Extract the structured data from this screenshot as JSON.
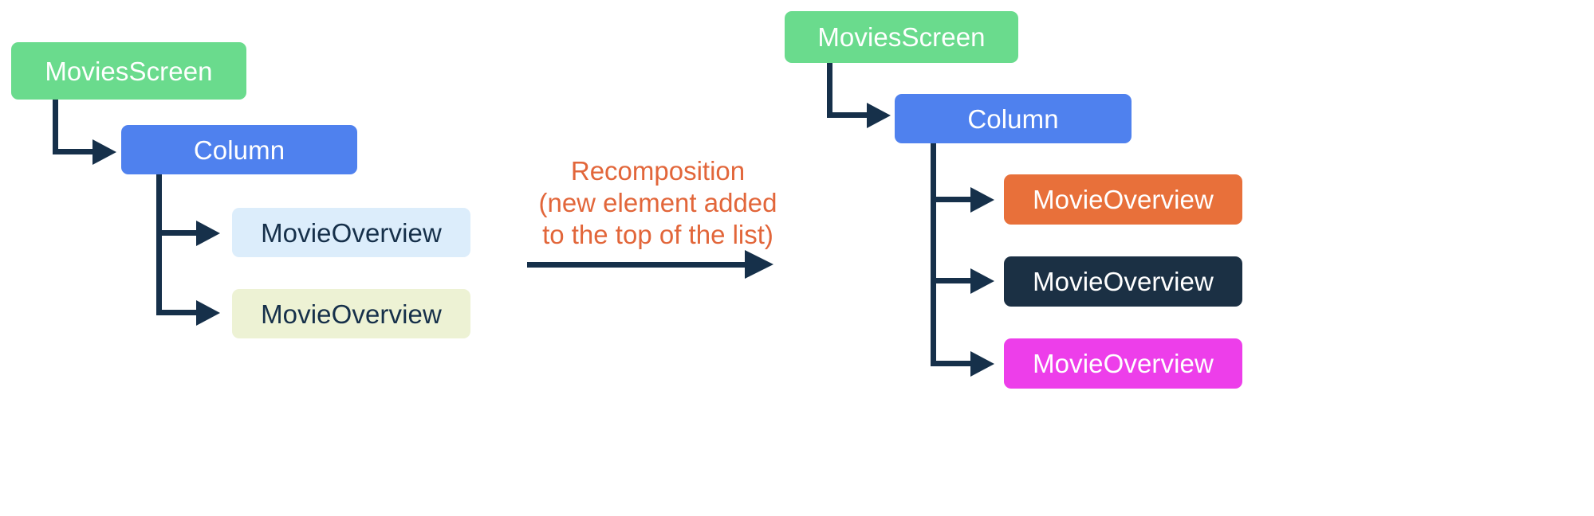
{
  "diagram": {
    "title": "Compose recomposition tree diagram",
    "colors": {
      "green": "#6ADB8D",
      "blue": "#4F81EE",
      "light_blue": "#DCEDFB",
      "light_yellow_green": "#EDF2D4",
      "orange_box": "#E8703A",
      "dark_navy": "#1B3044",
      "magenta": "#ED3EEA",
      "connector": "#16304A",
      "caption_orange": "#E2663A",
      "text_light": "#FFFFFF",
      "text_dark": "#16304A",
      "background": "#FFFFFF"
    },
    "before": {
      "label": "before-recomposition-tree",
      "nodes": [
        {
          "id": "movies-screen",
          "label": "MoviesScreen",
          "fill": "#6ADB8D",
          "text_color": "#FFFFFF"
        },
        {
          "id": "column",
          "label": "Column",
          "fill": "#4F81EE",
          "text_color": "#FFFFFF"
        },
        {
          "id": "movie-overview-1",
          "label": "MovieOverview",
          "fill": "#DCEDFB",
          "text_color": "#16304A"
        },
        {
          "id": "movie-overview-2",
          "label": "MovieOverview",
          "fill": "#EDF2D4",
          "text_color": "#16304A"
        }
      ]
    },
    "transition": {
      "label": "recomposition-transition",
      "caption_lines": [
        "Recomposition",
        "(new element added",
        "to the top of the list)"
      ]
    },
    "after": {
      "label": "after-recomposition-tree",
      "nodes": [
        {
          "id": "movies-screen",
          "label": "MoviesScreen",
          "fill": "#6ADB8D",
          "text_color": "#FFFFFF"
        },
        {
          "id": "column",
          "label": "Column",
          "fill": "#4F81EE",
          "text_color": "#FFFFFF"
        },
        {
          "id": "movie-overview-1",
          "label": "MovieOverview",
          "fill": "#E8703A",
          "text_color": "#FFFFFF"
        },
        {
          "id": "movie-overview-2",
          "label": "MovieOverview",
          "fill": "#1B3044",
          "text_color": "#FFFFFF"
        },
        {
          "id": "movie-overview-3",
          "label": "MovieOverview",
          "fill": "#ED3EEA",
          "text_color": "#FFFFFF"
        }
      ]
    }
  }
}
